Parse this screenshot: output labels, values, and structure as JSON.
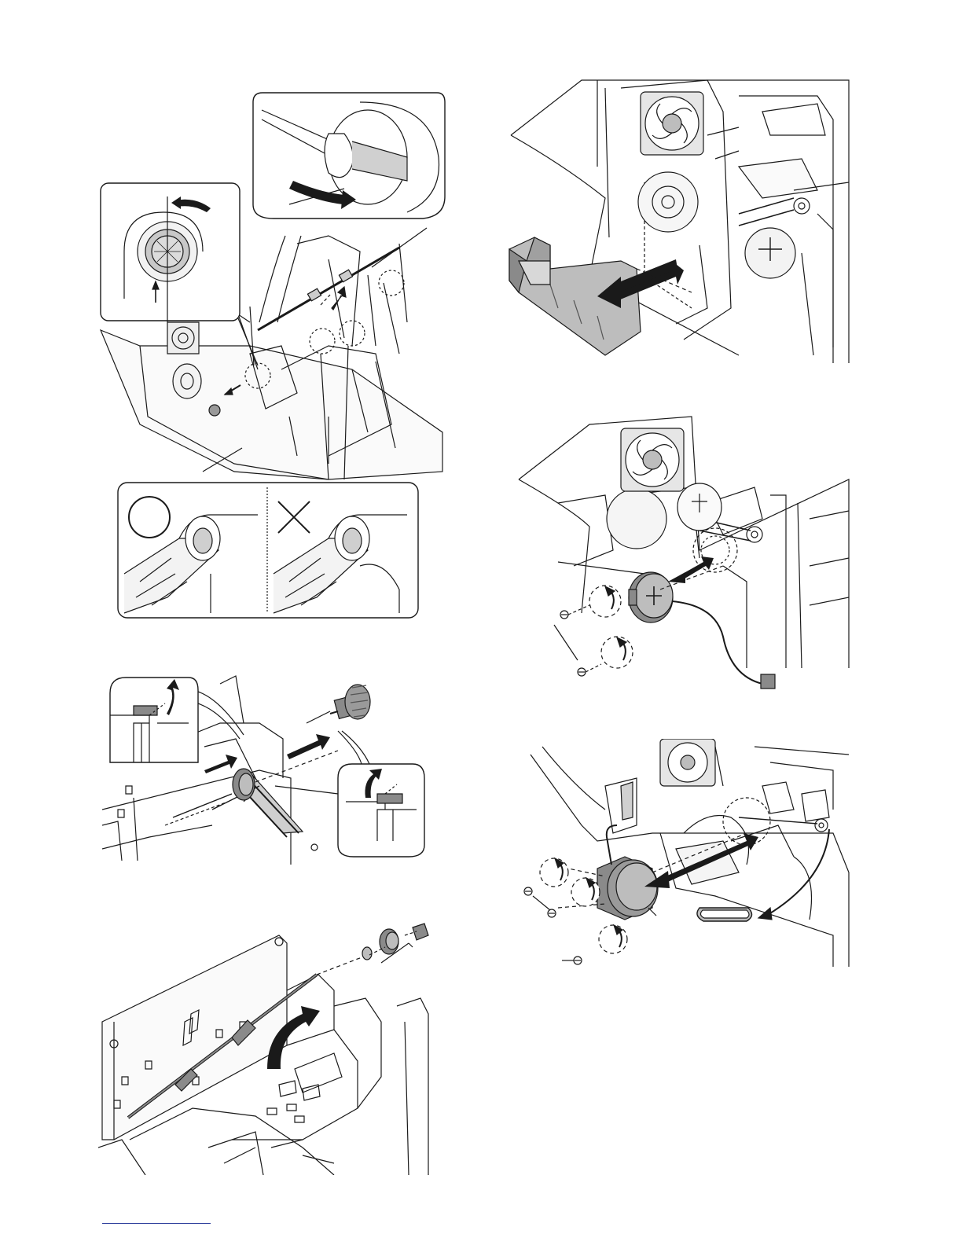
{
  "page": {
    "background": "#ffffff",
    "line_color": "#1a1a1a",
    "fill_light": "#e6e6e6",
    "fill_mid": "#bdbdbd",
    "fill_dark": "#8a8a8a"
  },
  "figures": [
    {
      "id": "roller-shaft-detail",
      "parts": [
        "zoom-callout-rotation",
        "zoom-callout-lever",
        "ok-ng-comparison",
        "printer-body",
        "feed-shaft"
      ],
      "icons": [
        "circle-ok-icon",
        "cross-ng-icon",
        "rotate-arrow-icon",
        "move-arrow-icon"
      ]
    },
    {
      "id": "side-cover-removal",
      "parts": [
        "printer-frame",
        "cooling-fan",
        "side-cover"
      ],
      "icons": [
        "pull-arrow-icon"
      ]
    },
    {
      "id": "motor-removal",
      "parts": [
        "printer-frame",
        "cooling-fan",
        "stepper-motor",
        "cable-connector",
        "screws"
      ],
      "icons": [
        "rotate-arrow-icon",
        "pull-arrow-icon"
      ]
    },
    {
      "id": "pickup-roller-removal",
      "parts": [
        "gear-pulley",
        "belt",
        "pickup-roller",
        "latch-detail-left",
        "latch-detail-right"
      ],
      "icons": [
        "push-arrow-icon",
        "release-arrow-icon"
      ]
    },
    {
      "id": "drive-motor-belt-removal",
      "parts": [
        "printer-frame",
        "drive-motor",
        "drive-belt",
        "screws"
      ],
      "icons": [
        "rotate-arrow-icon",
        "pull-arrow-icon",
        "belt-arrow-icon"
      ]
    },
    {
      "id": "roller-shaft-removal",
      "parts": [
        "open-chassis",
        "roller-shaft",
        "bushing",
        "gear"
      ],
      "icons": [
        "lift-arrow-icon"
      ]
    }
  ],
  "footer": {
    "link_color": "#2a3a9a"
  }
}
